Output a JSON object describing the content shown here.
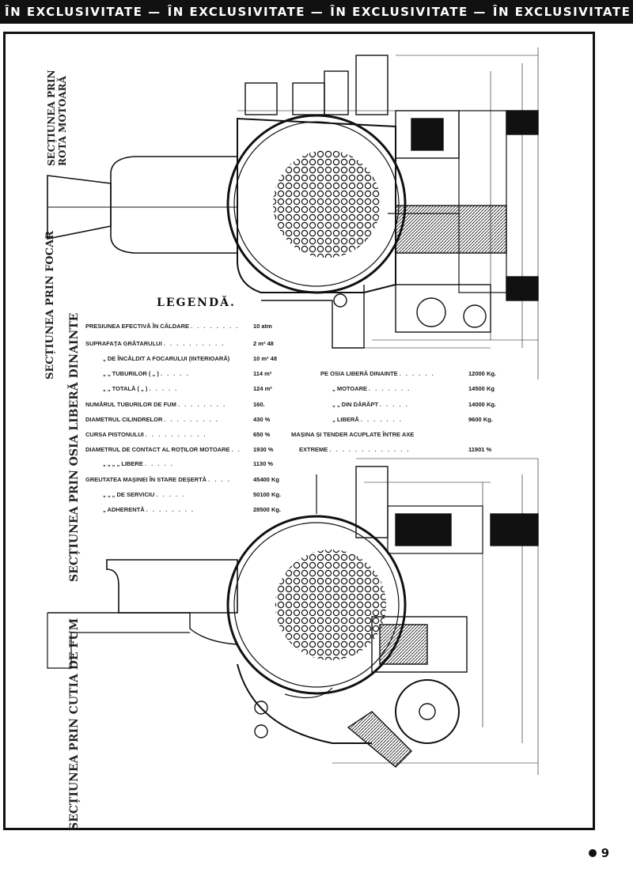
{
  "banner": {
    "items": [
      "ÎN EXCLUSIVITATE —",
      "ÎN EXCLUSIVITATE —",
      "ÎN EXCLUSIVITATE —",
      "ÎN EXCLUSIVITATE"
    ]
  },
  "section_labels": {
    "rota_motoare": "SECȚIUNEA PRIN\nROTA MOTOARĂ",
    "focar": "SECȚIUNEA PRIN FOCAR",
    "osia_libera": "SECȚIUNEA PRIN OSIA LIBERĂ DINAINTE",
    "cutia_fum": "SECȚIUNEA PRIN CUTIA DE FUM"
  },
  "legend": {
    "title": "LEGENDĂ.",
    "left": [
      {
        "label": "PRESIUNEA EFECTIVĂ ÎN CĂLDARE",
        "value": "10 atm"
      },
      {
        "label": "SUPRAFAȚA GRĂTARULUI",
        "value": "2 m² 48"
      },
      {
        "label": "„ DE ÎNCĂLDIT A FOCARULUI (INTERIOARĂ)",
        "value": "10 m² 48"
      },
      {
        "label": "„ „ TUBURILOR ( „ )",
        "value": "114 m²"
      },
      {
        "label": "„ „ TOTALĂ ( „ )",
        "value": "124 m²"
      },
      {
        "label": "NUMĂRUL TUBURILOR DE FUM",
        "value": "160."
      },
      {
        "label": "DIAMETRUL CILINDRELOR",
        "value": "430 %"
      },
      {
        "label": "CURSA PISTONULUI",
        "value": "650 %"
      },
      {
        "label": "DIAMETRUL DE CONTACT AL ROȚILOR MOTOARE",
        "value": "1930 %"
      },
      {
        "label": "„ „ „ „ LIBERE",
        "value": "1130 %"
      },
      {
        "label": "GREUTATEA MAȘINEI ÎN STARE DEȘERTĂ",
        "value": "45400 Kg"
      },
      {
        "label": "„ „ „ DE SERVICIU",
        "value": "50100 Kg."
      },
      {
        "label": "„ ADHERENTĂ",
        "value": "28500 Kg."
      }
    ],
    "right": [
      {
        "label": "PE OSIA LIBERĂ DINAINTE",
        "value": "12000 Kg."
      },
      {
        "label": "„ MOTOARE",
        "value": "14500 Kg"
      },
      {
        "label": "„ „ DIN DĂRĂPT",
        "value": "14000 Kg."
      },
      {
        "label": "„ LIBERĂ",
        "value": "9600 Kg."
      },
      {
        "label": "MAȘINA ȘI TENDER ACUPLATE ÎNTRE AXE",
        "value": ""
      },
      {
        "label": "EXTREME",
        "value": "11901 %"
      }
    ]
  },
  "page_number": "9",
  "colors": {
    "ink": "#111111",
    "paper": "#ffffff"
  }
}
